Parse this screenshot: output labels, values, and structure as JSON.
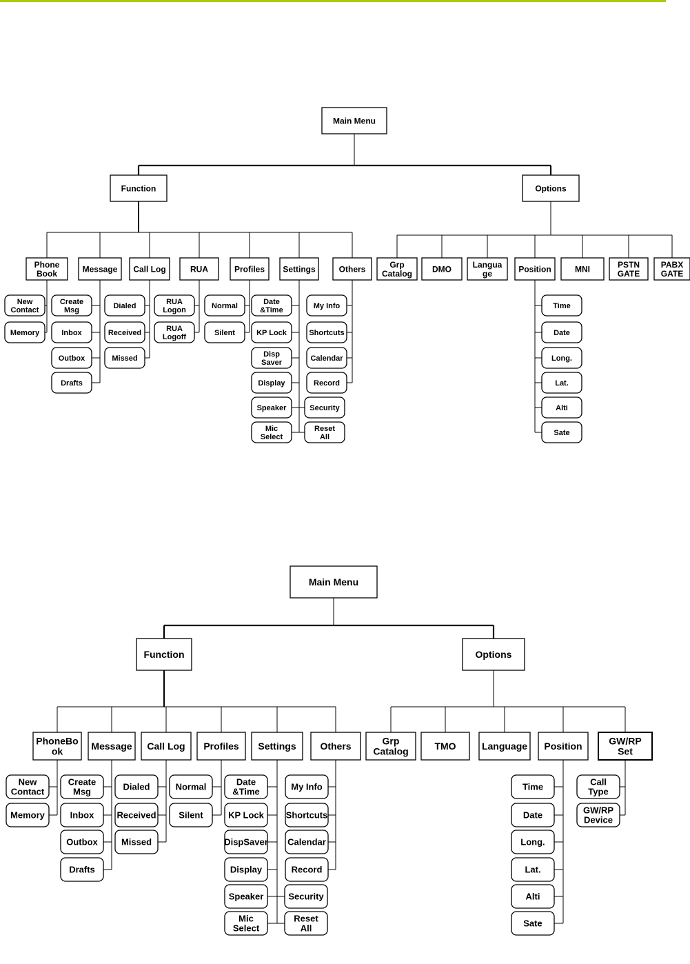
{
  "accent_color": "#aacc00",
  "diagrams": [
    {
      "root": "Main Menu",
      "function": {
        "label": "Function",
        "groups": [
          {
            "label": "Phone Book",
            "children": [
              "New Contact",
              "Memory"
            ]
          },
          {
            "label": "Message",
            "children": [
              "Create Msg",
              "Inbox",
              "Outbox",
              "Drafts"
            ]
          },
          {
            "label": "Call Log",
            "children": [
              "Dialed",
              "Received",
              "Missed"
            ]
          },
          {
            "label": "RUA",
            "children": [
              "RUA Logon",
              "RUA Logoff"
            ]
          },
          {
            "label": "Profiles",
            "children": [
              "Normal",
              "Silent"
            ]
          },
          {
            "label": "Settings",
            "children": [
              "Date &Time",
              "KP Lock",
              "Disp Saver",
              "Display",
              "Speaker",
              "Mic Select",
              "Security",
              "Reset All"
            ]
          },
          {
            "label": "Others",
            "children": [
              "My Info",
              "Shortcuts",
              "Calendar",
              "Record"
            ]
          }
        ]
      },
      "options": {
        "label": "Options",
        "groups": [
          {
            "label": "Grp Catalog",
            "children": []
          },
          {
            "label": "DMO",
            "children": []
          },
          {
            "label": "Langua ge",
            "children": []
          },
          {
            "label": "Position",
            "children": [
              "Time",
              "Date",
              "Long.",
              "Lat.",
              "Alti",
              "Sate"
            ]
          },
          {
            "label": "MNI",
            "children": []
          },
          {
            "label": "PSTN GATE",
            "children": []
          },
          {
            "label": "PABX GATE",
            "children": []
          }
        ]
      }
    },
    {
      "root": "Main Menu",
      "function": {
        "label": "Function",
        "groups": [
          {
            "label": "PhoneBo ok",
            "children": [
              "New Contact",
              "Memory"
            ]
          },
          {
            "label": "Message",
            "children": [
              "Create Msg",
              "Inbox",
              "Outbox",
              "Drafts"
            ]
          },
          {
            "label": "Call Log",
            "children": [
              "Dialed",
              "Received",
              "Missed"
            ]
          },
          {
            "label": "Profiles",
            "children": [
              "Normal",
              "Silent"
            ]
          },
          {
            "label": "Settings",
            "children": [
              "Date &Time",
              "KP Lock",
              "DispSaver",
              "Display",
              "Speaker",
              "Mic Select",
              "Security",
              "Reset All"
            ]
          },
          {
            "label": "Others",
            "children": [
              "My Info",
              "Shortcuts",
              "Calendar",
              "Record"
            ]
          }
        ]
      },
      "options": {
        "label": "Options",
        "groups": [
          {
            "label": "Grp Catalog",
            "children": []
          },
          {
            "label": "TMO",
            "children": []
          },
          {
            "label": "Language",
            "children": []
          },
          {
            "label": "Position",
            "children": [
              "Time",
              "Date",
              "Long.",
              "Lat.",
              "Alti",
              "Sate"
            ]
          },
          {
            "label": "GW/RP Set",
            "children": [
              "Call Type",
              "GW/RP Device"
            ]
          }
        ]
      }
    }
  ]
}
